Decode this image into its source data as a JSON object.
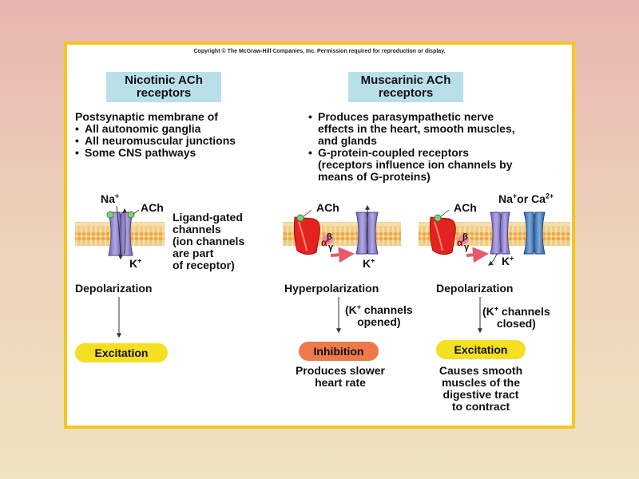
{
  "copyright": "Copyright © The McGraw-Hill Companies, Inc. Permission required for reproduction or display.",
  "nicotinic": {
    "header_line1": "Nicotinic ACh",
    "header_line2": "receptors",
    "intro": "Postsynaptic membrane of",
    "bullets": [
      "All autonomic ganglia",
      "All neuromuscular junctions",
      "Some CNS pathways"
    ],
    "ion_na": "Na",
    "ion_k": "K",
    "ach": "ACh",
    "channel_desc": [
      "Ligand-gated",
      "channels",
      "(ion channels",
      "are part",
      "of receptor)"
    ],
    "result": "Depolarization",
    "effect": "Excitation"
  },
  "muscarinic": {
    "header_line1": "Muscarinic ACh",
    "header_line2": "receptors",
    "bullets": [
      [
        "Produces parasympathetic nerve",
        "effects in the heart, smooth muscles,",
        "and glands"
      ],
      [
        "G-protein-coupled receptors",
        "(receptors influence ion channels by",
        "means of G-proteins)"
      ]
    ],
    "left": {
      "ach": "ACh",
      "alpha": "α",
      "beta": "β",
      "gamma": "γ",
      "ion_k": "K",
      "result": "Hyperpolarization",
      "channel_note": [
        "(K",
        " channels",
        "opened)"
      ],
      "effect": "Inhibition",
      "outcome": [
        "Produces slower",
        "heart rate"
      ]
    },
    "right": {
      "ach": "ACh",
      "alpha": "α",
      "beta": "β",
      "gamma": "γ",
      "ion_na": "Na",
      "ion_or": "or Ca",
      "ca_charge": "2+",
      "ion_k": "K",
      "result": "Depolarization",
      "channel_note": [
        "(K",
        " channels",
        "closed)"
      ],
      "effect": "Excitation",
      "outcome": [
        "Causes smooth",
        "muscles of the",
        "digestive tract",
        "to contract"
      ]
    }
  },
  "colors": {
    "header_bg": "#b9dfe9",
    "frame": "#f7c51e",
    "pill_yellow": "#f4df22",
    "pill_orange": "#ee7a4a",
    "channel_purple": "#9b8fcf",
    "receptor_red": "#e3231f",
    "membrane": "#f0b860",
    "ach_green": "#7fcf7a",
    "channel_blue": "#4a7fbf"
  }
}
